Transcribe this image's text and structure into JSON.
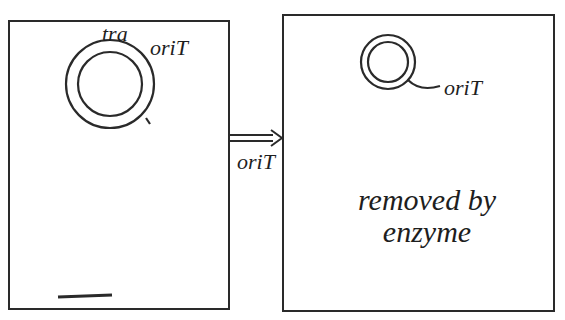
{
  "diagram": {
    "nodes": [
      {
        "text": [
          "tra",
          "oriT"
        ]
      },
      {
        "text": [
          "oriT",
          "removed by enzyme"
        ]
      }
    ],
    "edges": [
      {
        "from": 0,
        "to": 1,
        "label": "oriT",
        "arrow": "to"
      }
    ]
  }
}
